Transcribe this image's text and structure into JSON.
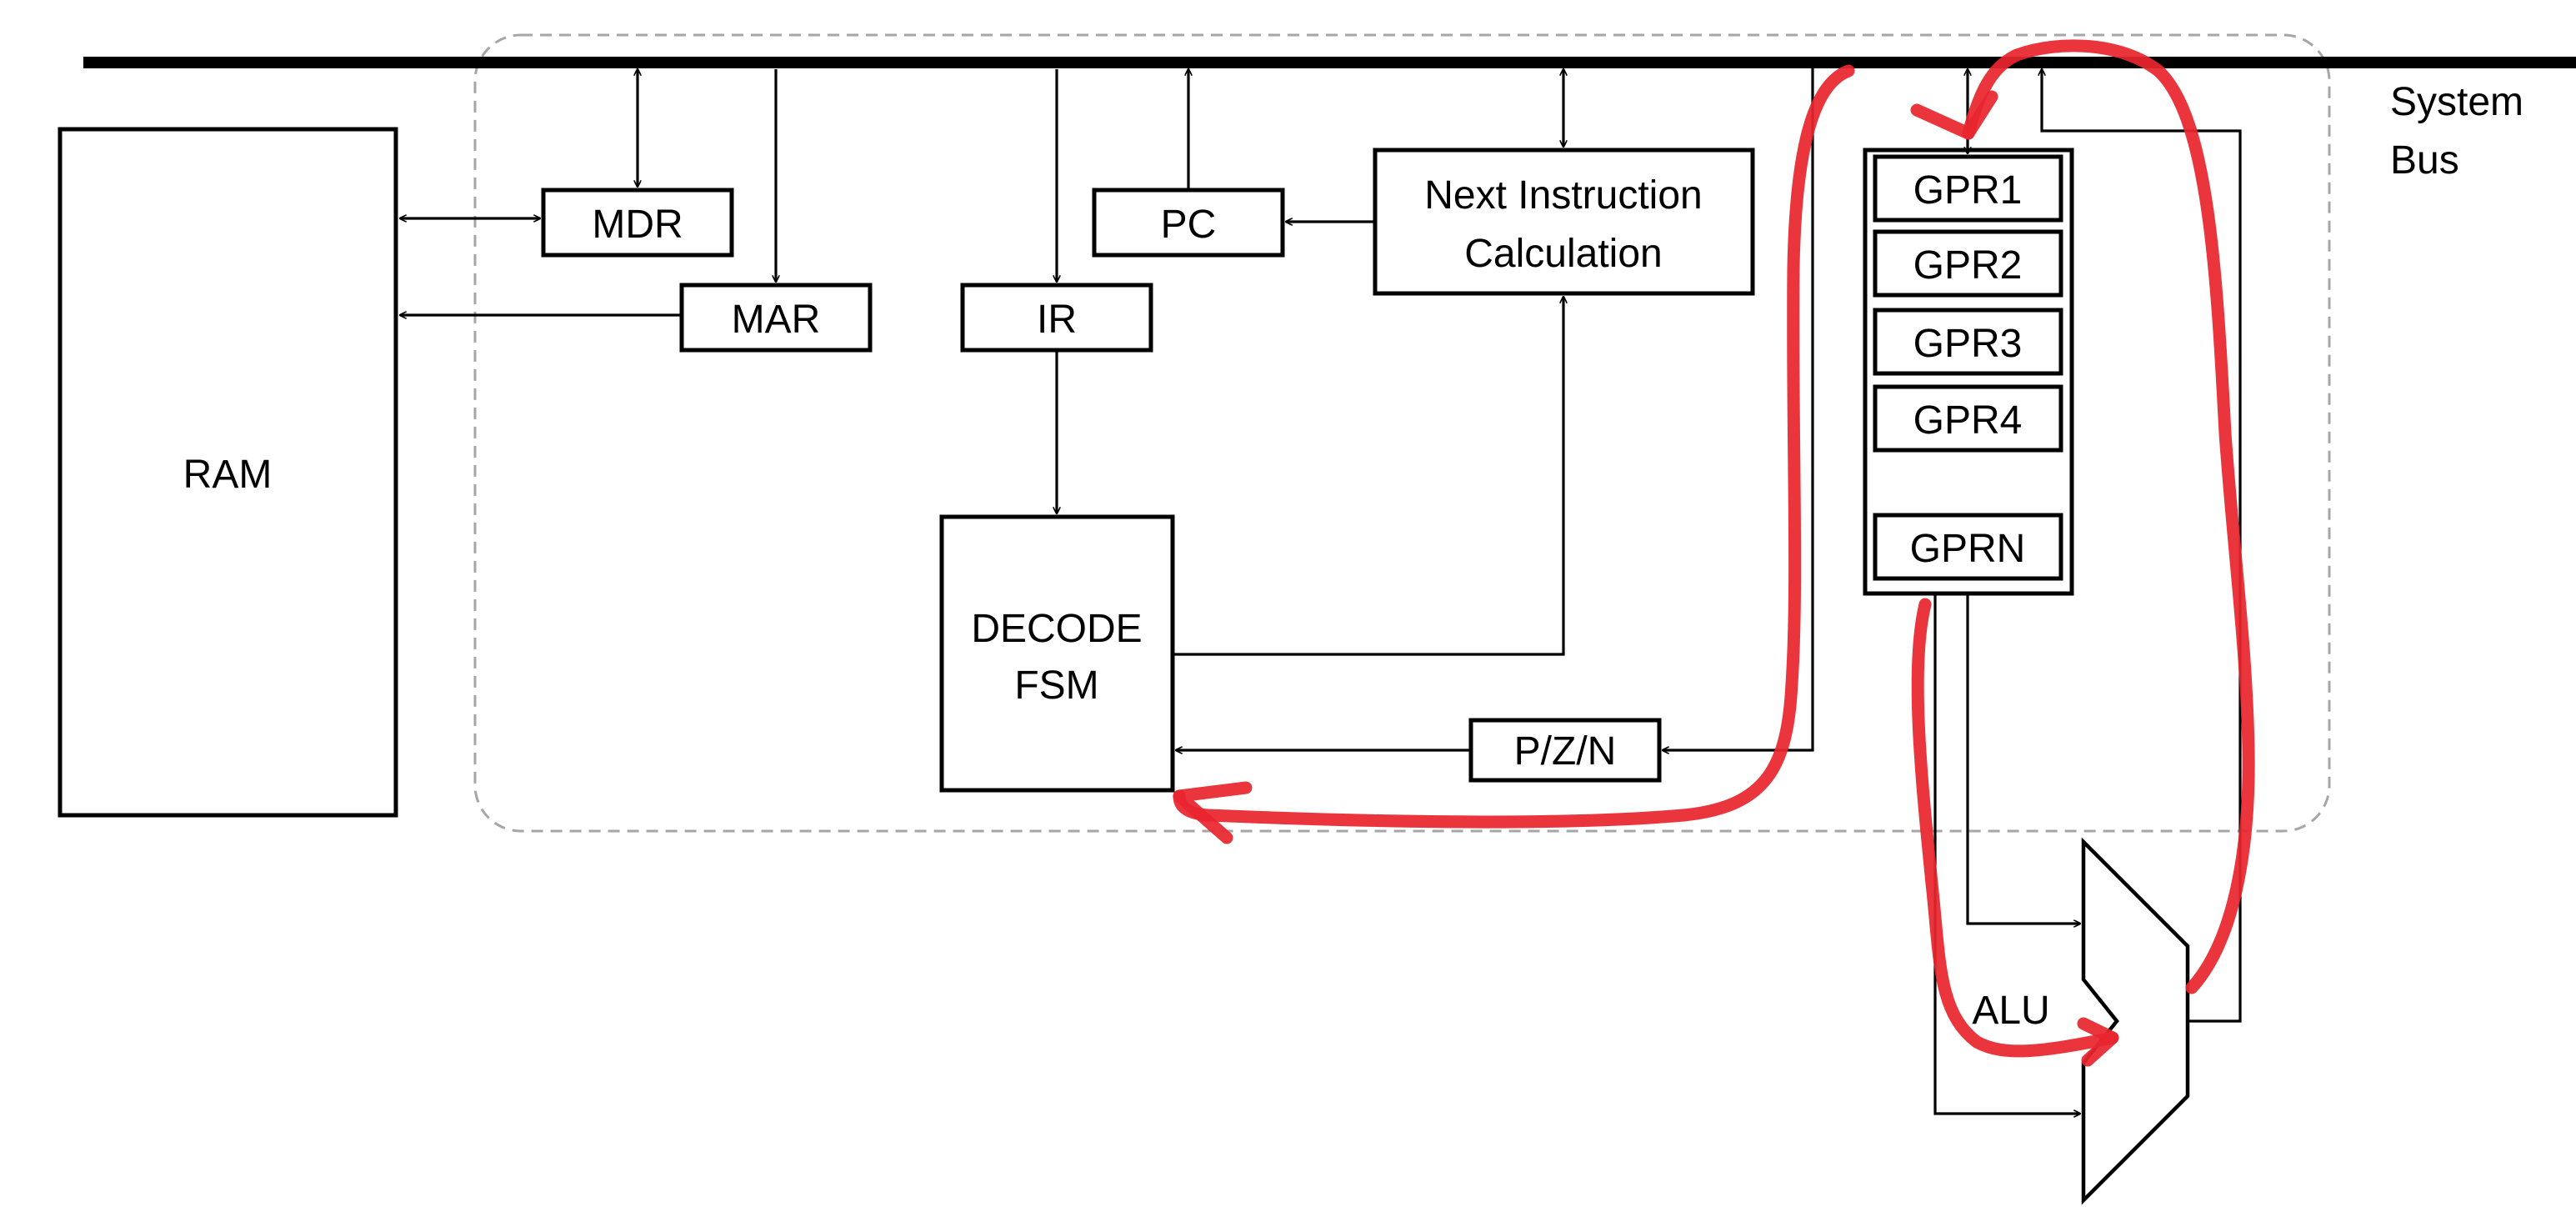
{
  "labels": {
    "system_bus_line1": "System",
    "system_bus_line2": "Bus",
    "ram": "RAM",
    "mdr": "MDR",
    "mar": "MAR",
    "ir": "IR",
    "pc": "PC",
    "nic_line1": "Next Instruction",
    "nic_line2": "Calculation",
    "decode_line1": "DECODE",
    "decode_line2": "FSM",
    "pzn": "P/Z/N",
    "registers": [
      "GPR1",
      "GPR2",
      "GPR3",
      "GPR4",
      "GPRN"
    ],
    "alu": "ALU"
  },
  "colors": {
    "line": "#000000",
    "dashed_boundary": "#a6a6a6",
    "highlight_path": "#e8262e"
  },
  "annotation": {
    "kind": "hand-drawn red data path",
    "route": "GPR1 -> ALU -> GPR1 -> P/Z/N -> DECODE FSM"
  }
}
